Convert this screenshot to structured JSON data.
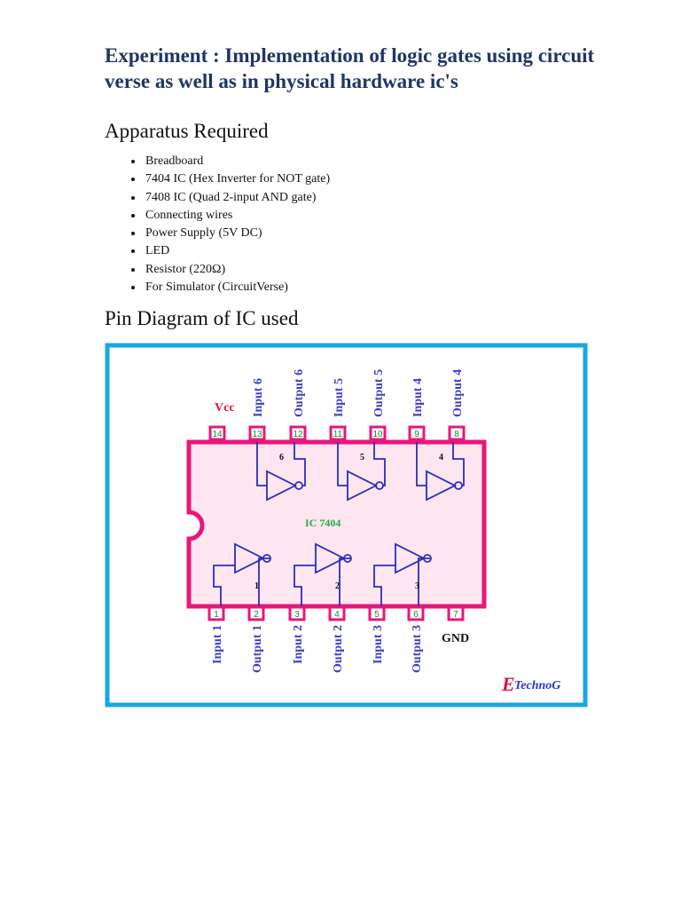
{
  "title": "Experiment : Implementation of logic gates using circuit verse as well as in physical hardware ic's",
  "apparatus": {
    "heading": "Apparatus Required",
    "items": [
      "Breadboard",
      "7404 IC (Hex Inverter for NOT gate)",
      "7408 IC (Quad 2-input AND gate)",
      "Connecting wires",
      "Power Supply (5V DC)",
      "LED",
      "Resistor (220Ω)",
      "For Simulator (CircuitVerse)"
    ]
  },
  "pin_section": {
    "heading": "Pin Diagram of IC used"
  },
  "diagram": {
    "chip_label": "IC 7404",
    "vcc_label": "Vcc",
    "gnd_label": "GND",
    "watermark_initial": "E",
    "watermark_text": "TechnoG",
    "top_pins": [
      {
        "num": "14",
        "label": ""
      },
      {
        "num": "13",
        "label": "Input 6"
      },
      {
        "num": "12",
        "label": "Output 6"
      },
      {
        "num": "11",
        "label": "Input 5"
      },
      {
        "num": "10",
        "label": "Output 5"
      },
      {
        "num": "9",
        "label": "Input 4"
      },
      {
        "num": "8",
        "label": "Output 4"
      }
    ],
    "bottom_pins": [
      {
        "num": "1",
        "label": "Input 1"
      },
      {
        "num": "2",
        "label": "Output 1"
      },
      {
        "num": "3",
        "label": "Input 2"
      },
      {
        "num": "4",
        "label": "Output 2"
      },
      {
        "num": "5",
        "label": "Input 3"
      },
      {
        "num": "6",
        "label": "Output 3"
      },
      {
        "num": "7",
        "label": ""
      }
    ],
    "gate_numbers": [
      "6",
      "5",
      "4",
      "1",
      "2",
      "3"
    ],
    "colors": {
      "frame": "#1aa6e0",
      "chip_outline": "#e8177a",
      "chip_fill": "#fde6f0",
      "gate_stroke": "#2a2fb8",
      "pin_label": "#3b3ec8",
      "pin_number": "#1a8a2a",
      "vcc": "#e0143c",
      "chip_label": "#2aa84a",
      "watermark_initial": "#e0143c",
      "watermark_text": "#2b35c8"
    }
  }
}
